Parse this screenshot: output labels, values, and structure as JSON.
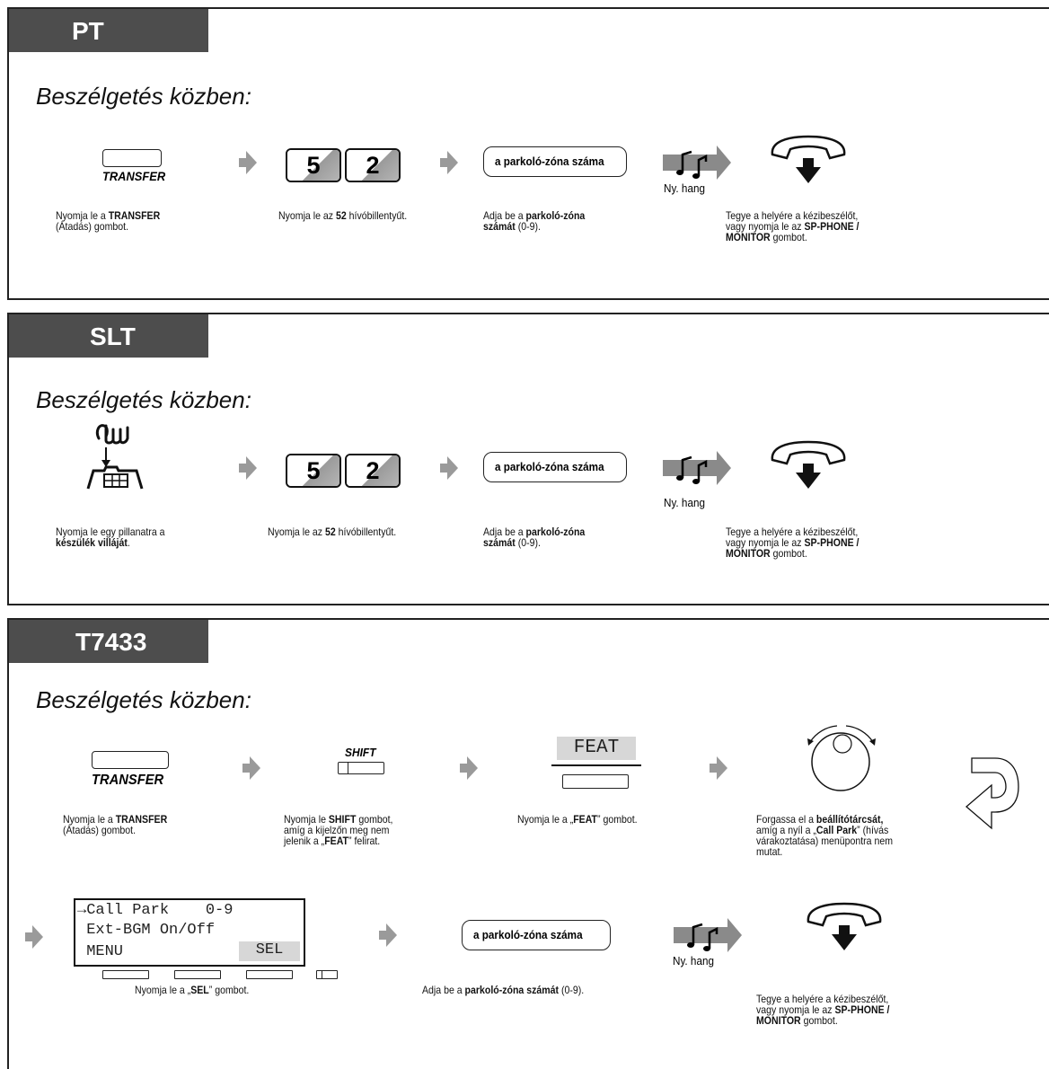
{
  "sections": [
    {
      "tab": "PT",
      "heading": "Beszélgetés közben:",
      "transfer_label": "TRANSFER",
      "digits": [
        "5",
        "2"
      ],
      "parking_button": "a parkoló-zóna száma",
      "tone_label": "Ny. hang",
      "captions": [
        [
          "Nyomja le a ",
          "TRANSFER",
          "",
          "(Átadás) gombot."
        ],
        [
          "Nyomja le az ",
          "52",
          " hívóbillentyűt."
        ],
        [
          "Adja be a ",
          "parkoló-zóna",
          "számát",
          " (0-9)."
        ],
        [
          "Tegye a helyére a kézibeszélőt,",
          "vagy nyomja le az ",
          "SP-PHONE /",
          "MONITOR",
          " gombot."
        ]
      ]
    },
    {
      "tab": "SLT",
      "heading": "Beszélgetés közben:",
      "digits": [
        "5",
        "2"
      ],
      "parking_button": "a parkoló-zóna száma",
      "tone_label": "Ny. hang",
      "captions": [
        [
          "Nyomja le egy pillanatra a",
          "készülék villáját",
          "."
        ],
        [
          "Nyomja le az ",
          "52",
          " hívóbillentyűt."
        ],
        [
          "Adja be a ",
          "parkoló-zóna",
          "számát",
          " (0-9)."
        ],
        [
          "Tegye a helyére a kézibeszélőt,",
          "vagy nyomja le az ",
          "SP-PHONE /",
          "MONITOR",
          " gombot."
        ]
      ]
    },
    {
      "tab": "T7433",
      "heading": "Beszélgetés közben:",
      "transfer_label": "TRANSFER",
      "shift_label": "SHIFT",
      "feat_label": "FEAT",
      "parking_button": "a parkoló-zóna száma",
      "tone_label": "Ny. hang",
      "lcd": {
        "line1": "→Call Park    0-9",
        "line2": " Ext-BGM On/Off",
        "line3_left": " MENU",
        "line3_right": "SEL"
      },
      "captions": {
        "transfer": [
          "Nyomja le a ",
          "TRANSFER",
          "(Átadás) gombot."
        ],
        "shift": [
          "Nyomja le ",
          "SHIFT",
          " gombot,",
          "amíg a kijelzőn meg nem",
          "jelenik a „",
          "FEAT",
          "” felirat."
        ],
        "feat": [
          "Nyomja le a „",
          "FEAT",
          "” gombot."
        ],
        "dial": [
          "Forgassa el a ",
          "beállítótárcsát,",
          "amíg a nyíl a „",
          "Call Park",
          "” (hívás",
          "várakoztatása) menüpontra nem",
          "mutat."
        ],
        "sel": [
          "Nyomja le a „",
          "SEL",
          "” gombot."
        ],
        "enter": [
          "Adja be a ",
          "parkoló-zóna számát",
          " (0-9)."
        ],
        "hangup": [
          "Tegye a helyére a kézibeszélőt,",
          "vagy nyomja le az ",
          "SP-PHONE /",
          "MONITOR",
          " gombot."
        ]
      }
    }
  ]
}
